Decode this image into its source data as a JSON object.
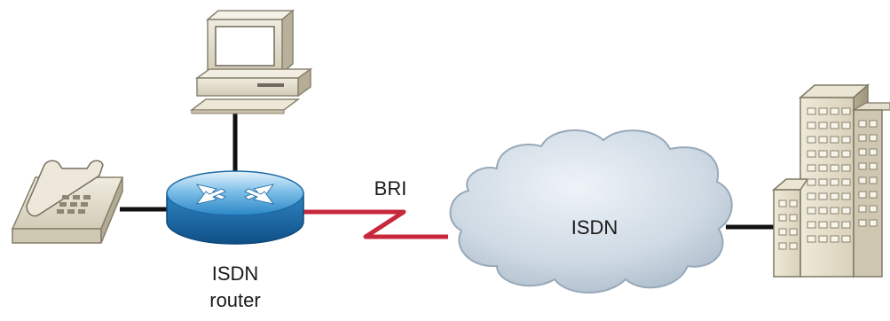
{
  "diagram": {
    "link_label": "BRI",
    "cloud_label": "ISDN",
    "router_label_line1": "ISDN",
    "router_label_line2": "router",
    "nodes": [
      {
        "id": "telephone",
        "icon": "telephone-icon"
      },
      {
        "id": "computer",
        "icon": "computer-icon"
      },
      {
        "id": "router",
        "icon": "router-icon"
      },
      {
        "id": "isdn-cloud",
        "icon": "cloud-icon"
      },
      {
        "id": "office-building",
        "icon": "building-icon"
      }
    ],
    "links": [
      {
        "from": "telephone",
        "to": "router",
        "style": "ethernet"
      },
      {
        "from": "computer",
        "to": "router",
        "style": "ethernet"
      },
      {
        "from": "router",
        "to": "isdn-cloud",
        "style": "serial",
        "label": "BRI"
      },
      {
        "from": "isdn-cloud",
        "to": "office-building",
        "style": "ethernet"
      }
    ]
  },
  "colors": {
    "link_line": "#111111",
    "serial_link": "#c8283c",
    "router_blue": "#1f7fc0",
    "cloud_fill": "#cfd9e2",
    "device_beige": "#e6e0cf",
    "building_beige": "#ddd6c3"
  }
}
